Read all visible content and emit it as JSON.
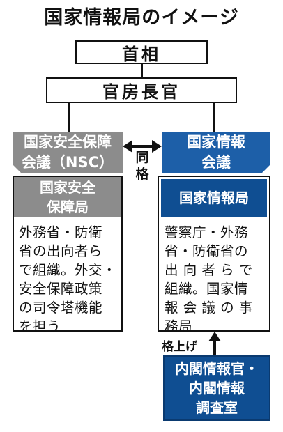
{
  "title": "国家情報局のイメージ",
  "top": {
    "prime_minister": "首相",
    "chief_cabinet_secretary": "官房長官"
  },
  "left": {
    "council": "国家安全保障\n会議（NSC）",
    "bureau": "国家安全\n保障局",
    "description": "外務省・防衛\n省の出向者ら\nで組織。外交・\n安全保障政策\nの司令塔機能\nを担う"
  },
  "right": {
    "council": "国家情報\n会議",
    "bureau": "国家情報局",
    "description": "警察庁・外務\n省・防衛省の\n出 向 者 ら で\n組織。国家情\n報 会 議 の 事\n務局"
  },
  "relation_label": "同\n格",
  "upgrade_label": "格上げ",
  "cabinet_office": "内閣情報官・\n内閣情報\n調査室",
  "colors": {
    "gray": "#8c8c8c",
    "blue": "#1d5fa8",
    "navy": "#0f4e92"
  }
}
